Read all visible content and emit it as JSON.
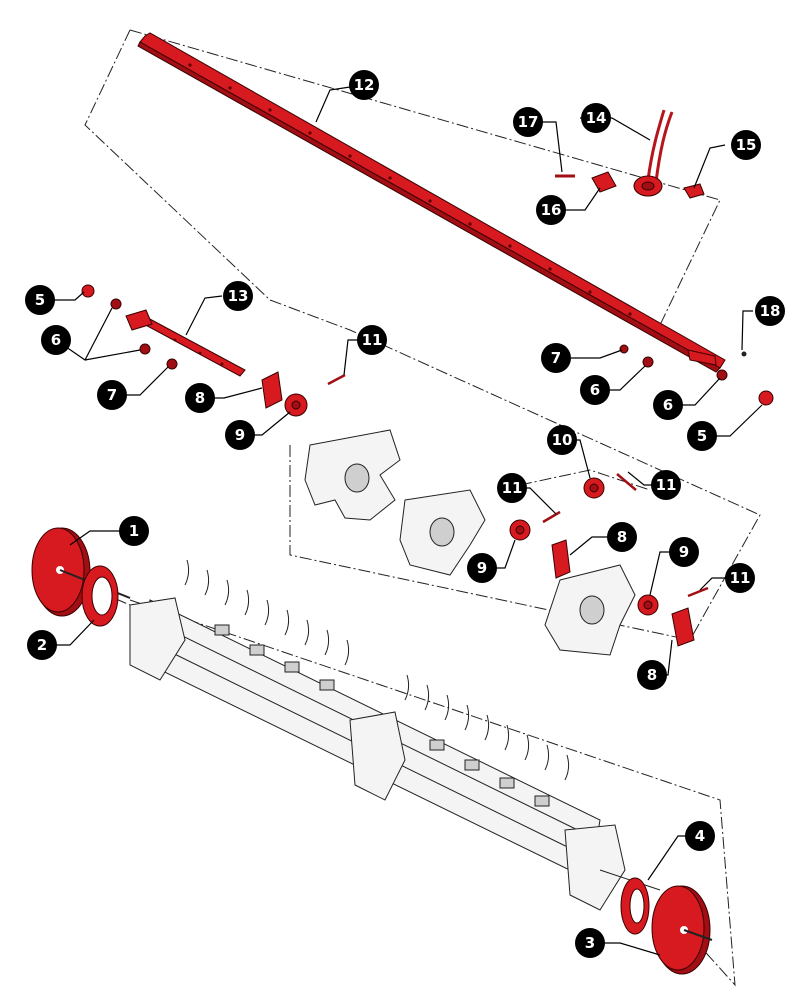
{
  "diagram": {
    "callouts": [
      {
        "id": "c1",
        "label": "1"
      },
      {
        "id": "c2",
        "label": "2"
      },
      {
        "id": "c3",
        "label": "3"
      },
      {
        "id": "c4",
        "label": "4"
      },
      {
        "id": "c5a",
        "label": "5"
      },
      {
        "id": "c5b",
        "label": "5"
      },
      {
        "id": "c6a",
        "label": "6"
      },
      {
        "id": "c6b",
        "label": "6"
      },
      {
        "id": "c6c",
        "label": "6"
      },
      {
        "id": "c7a",
        "label": "7"
      },
      {
        "id": "c7b",
        "label": "7"
      },
      {
        "id": "c8a",
        "label": "8"
      },
      {
        "id": "c8b",
        "label": "8"
      },
      {
        "id": "c8c",
        "label": "8"
      },
      {
        "id": "c9a",
        "label": "9"
      },
      {
        "id": "c9b",
        "label": "9"
      },
      {
        "id": "c9c",
        "label": "9"
      },
      {
        "id": "c10",
        "label": "10"
      },
      {
        "id": "c11a",
        "label": "11"
      },
      {
        "id": "c11b",
        "label": "11"
      },
      {
        "id": "c11c",
        "label": "11"
      },
      {
        "id": "c11d",
        "label": "11"
      },
      {
        "id": "c12",
        "label": "12"
      },
      {
        "id": "c13",
        "label": "13"
      },
      {
        "id": "c14",
        "label": "14"
      },
      {
        "id": "c15",
        "label": "15"
      },
      {
        "id": "c16",
        "label": "16"
      },
      {
        "id": "c17",
        "label": "17"
      },
      {
        "id": "c18",
        "label": "18"
      }
    ],
    "colors": {
      "highlight": "#d71920",
      "outline": "#222222",
      "part_fill": "#f4f4f4",
      "callout": "#000000"
    }
  }
}
